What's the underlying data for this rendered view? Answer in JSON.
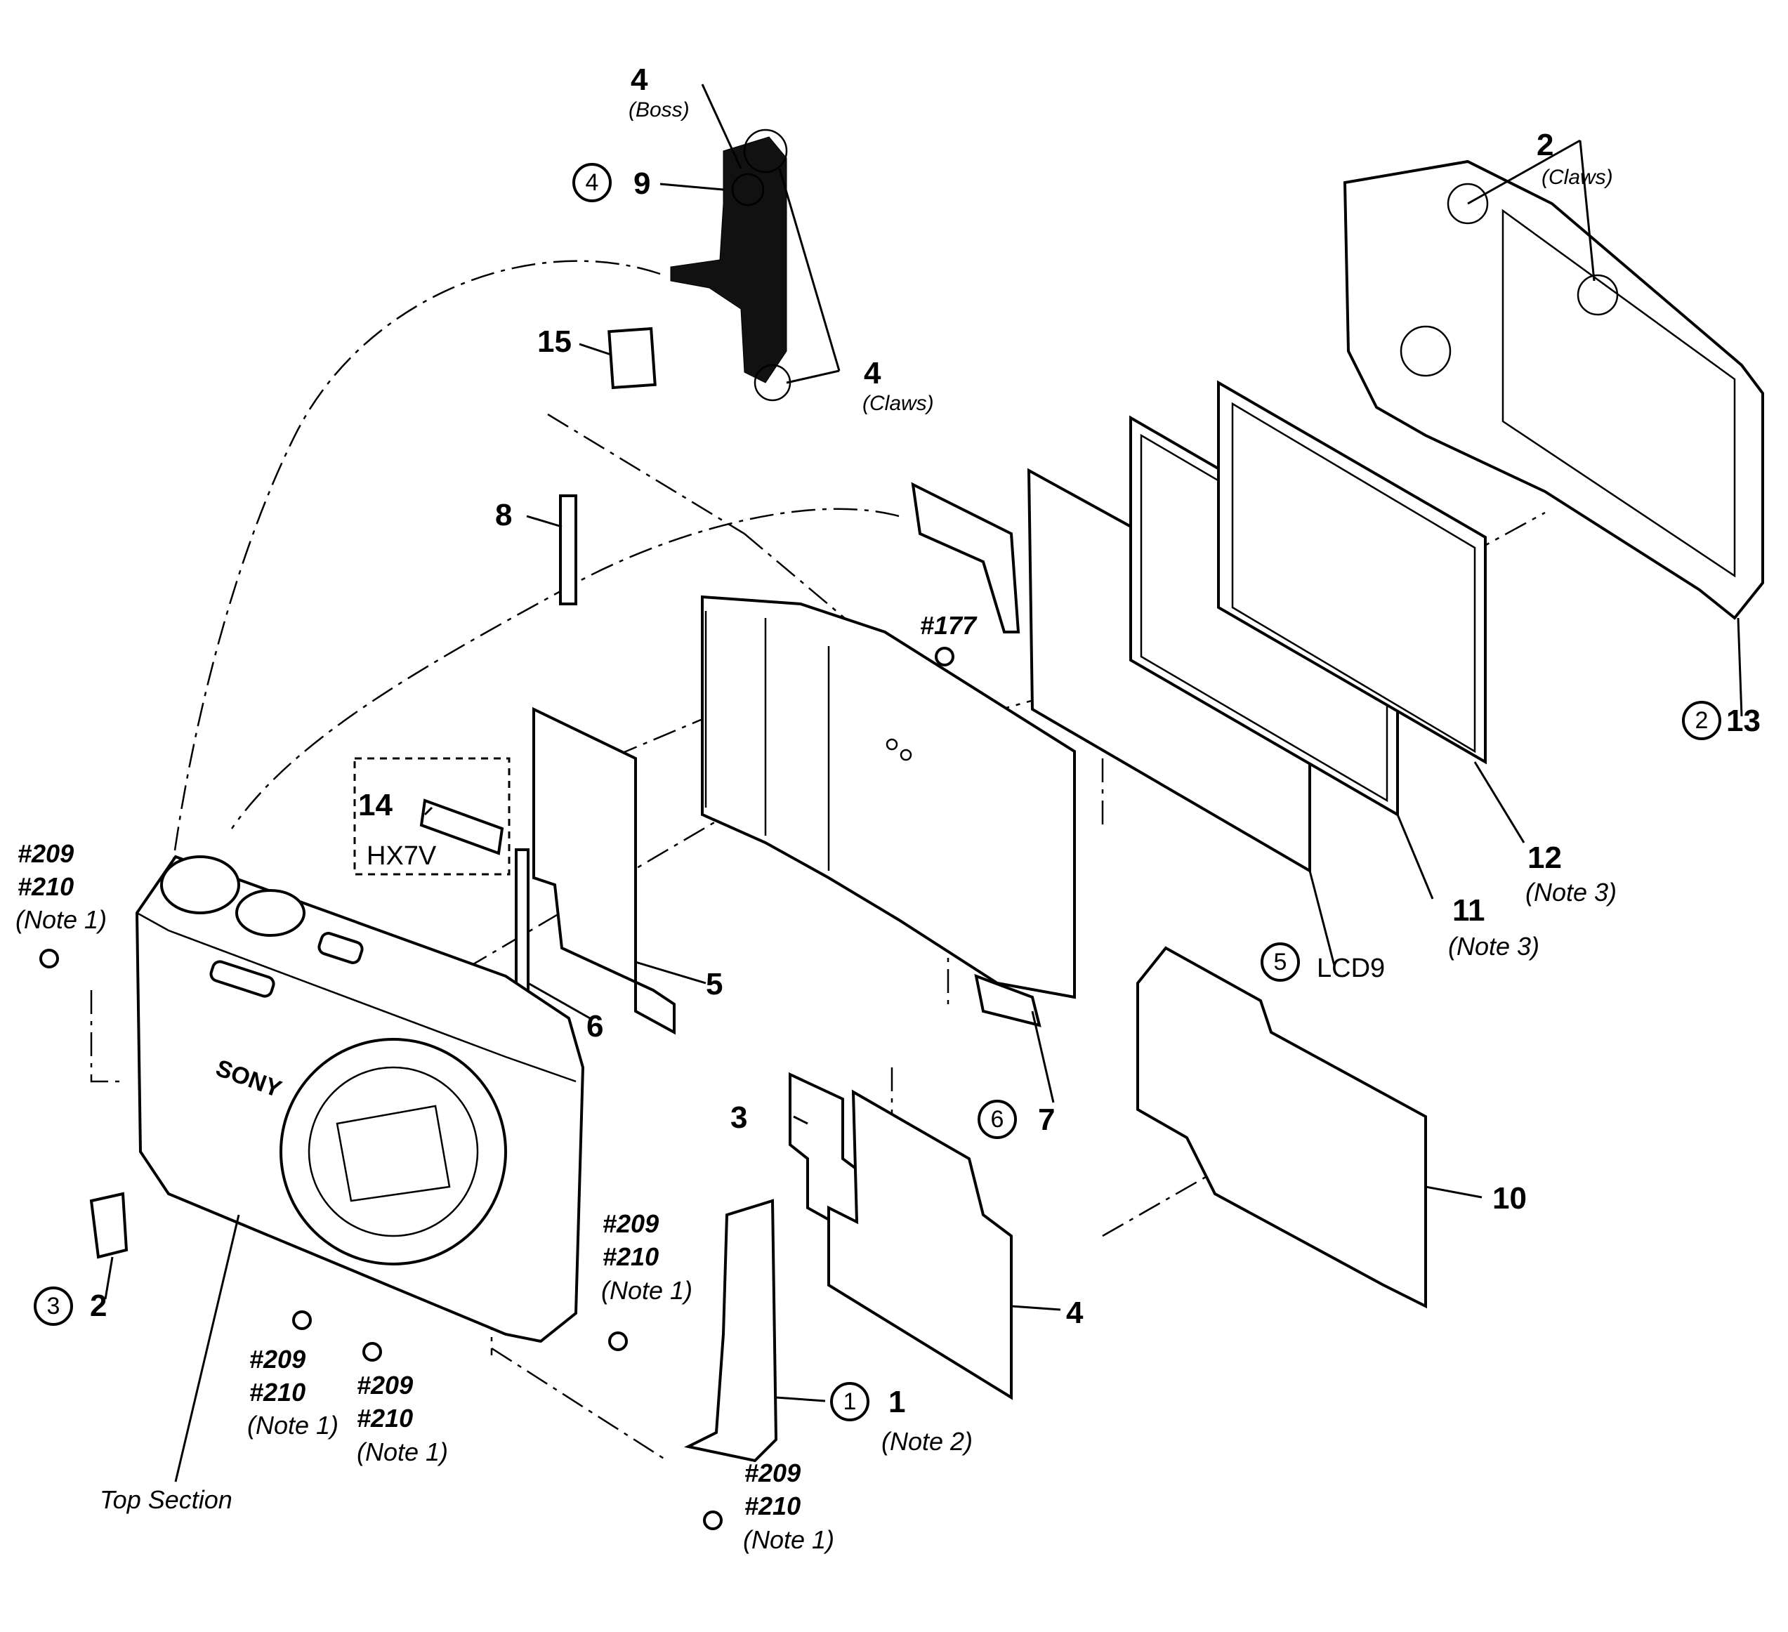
{
  "diagram": {
    "callouts": {
      "c4_top_num": "4",
      "c4_top_boss": "(Boss)",
      "c9_step": "4",
      "c9_num": "9",
      "c4_claws_num": "4",
      "c4_claws_text": "(Claws)",
      "c15": "15",
      "c2_top_num": "2",
      "c2_top_claws": "(Claws)",
      "c8": "8",
      "c177": "#177",
      "c13_step": "2",
      "c13_num": "13",
      "c14": "14",
      "c14_model": "HX7V",
      "c12_num": "12",
      "c12_note": "(Note 3)",
      "c11_num": "11",
      "c11_note": "(Note 3)",
      "c5_step": "5",
      "c5_text": "LCD9",
      "c5_num": "5",
      "c6_num": "6",
      "c7_step": "6",
      "c7_num": "7",
      "c209_left_a": "#209",
      "c210_left_a": "#210",
      "note1_left_a": "(Note 1)",
      "c3_num": "3",
      "c10_num": "10",
      "c4_board_num": "4",
      "c209_mid": "#209",
      "c210_mid": "#210",
      "note1_mid": "(Note 1)",
      "c2_step": "3",
      "c2_num": "2",
      "c1_step": "1",
      "c1_num": "1",
      "c1_note": "(Note 2)",
      "c209_b1": "#209",
      "c210_b1": "#210",
      "note1_b1": "(Note 1)",
      "c209_b2": "#209",
      "c210_b2": "#210",
      "note1_b2": "(Note 1)",
      "c209_b3": "#209",
      "c210_b3": "#210",
      "note1_b3": "(Note 1)",
      "top_section": "Top Section"
    },
    "camera_brand": "SONY"
  }
}
